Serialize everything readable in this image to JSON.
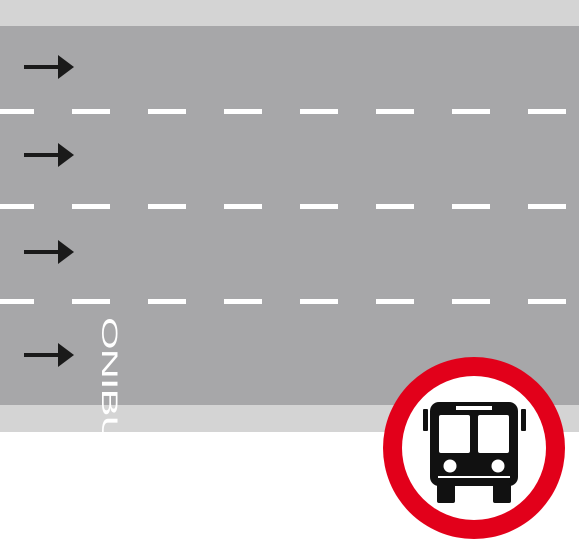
{
  "road": {
    "lanes": 4,
    "lane_direction": "right",
    "bus_lane_marking": "ONIBUS",
    "colors": {
      "curb": "#d4d4d4",
      "asphalt": "#a7a7a9",
      "lane_marking": "#ffffff",
      "arrow": "#1a1a1a"
    }
  },
  "sign": {
    "meaning": "no-buses",
    "colors": {
      "ring": "#e2001a",
      "background": "#ffffff",
      "symbol": "#111111"
    }
  }
}
